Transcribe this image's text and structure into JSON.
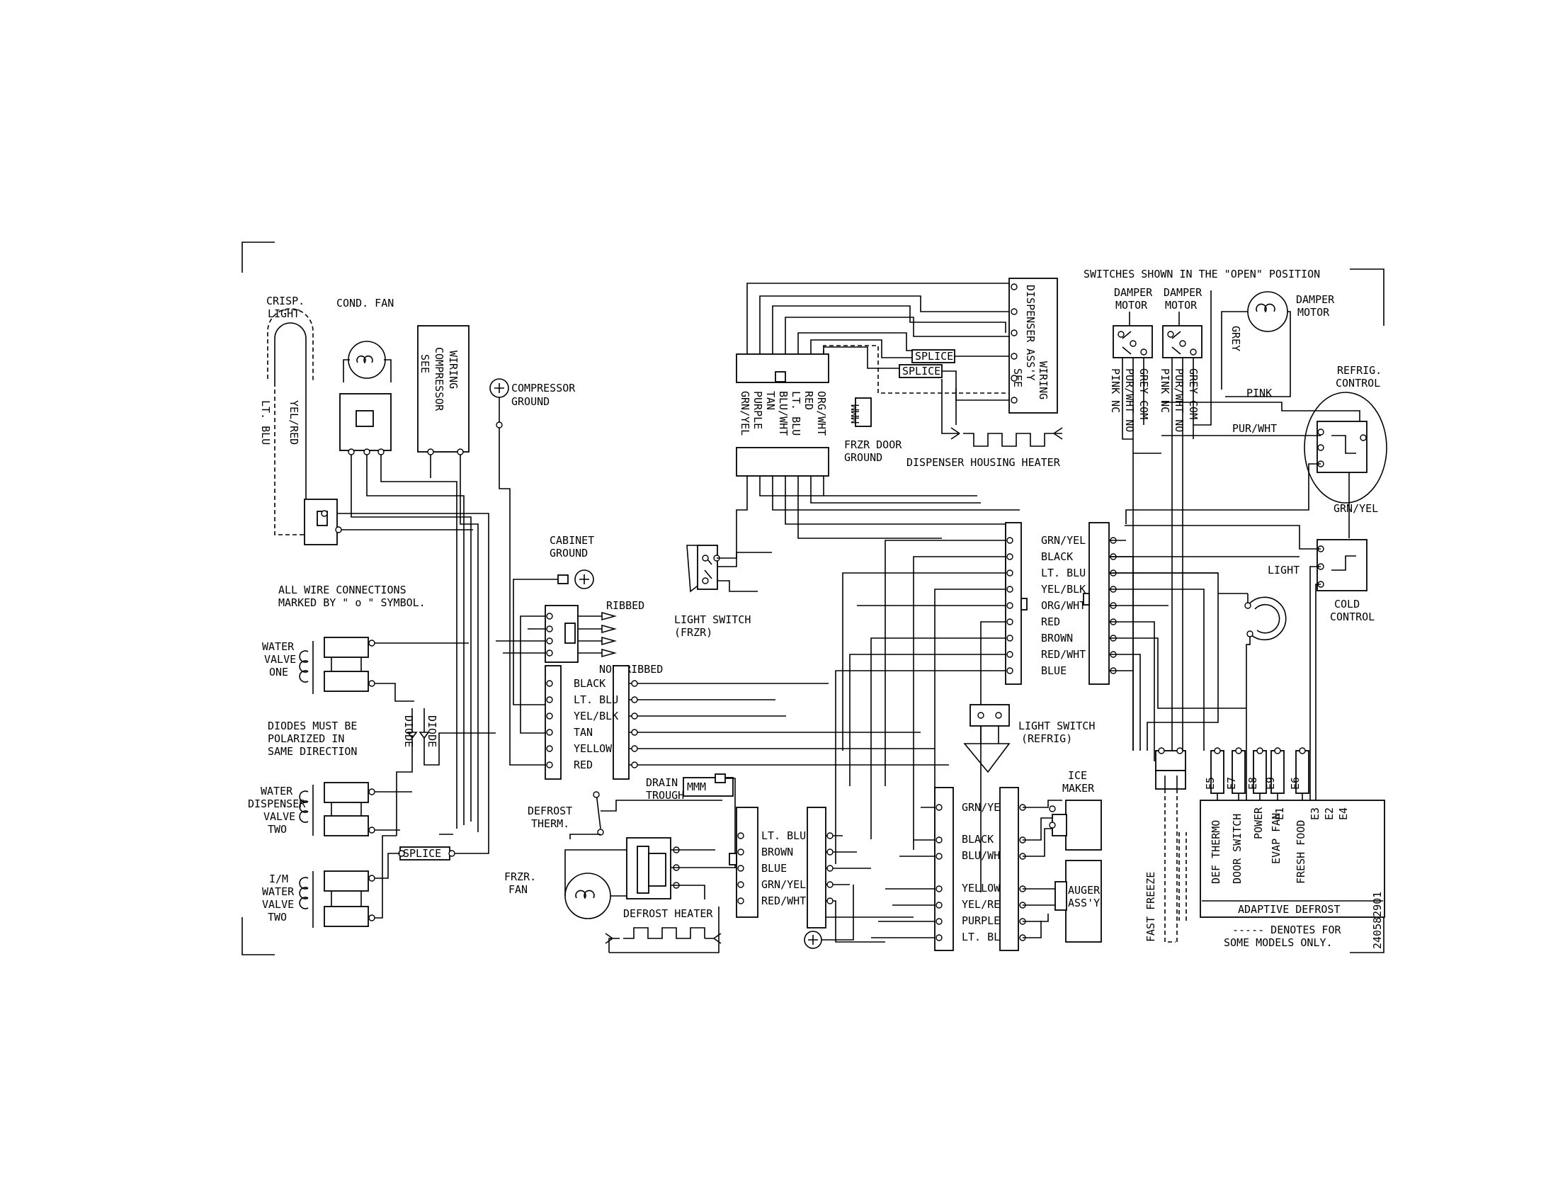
{
  "components": {
    "crisp_light": [
      "CRISP.",
      "LIGHT"
    ],
    "cond_fan": "COND. FAN",
    "compressor_wiring": [
      "SEE",
      "COMPRESSOR",
      "WIRING"
    ],
    "compressor_ground": [
      "COMPRESSOR",
      "GROUND"
    ],
    "cabinet_ground": [
      "CABINET",
      "GROUND"
    ],
    "ribbed": "RIBBED",
    "non_ribbed": "NON-RIBBED",
    "water_valve_one": [
      "WATER",
      "VALVE",
      "ONE"
    ],
    "diodes_note": [
      "DIODES MUST BE",
      "POLARIZED IN",
      "SAME DIRECTION"
    ],
    "diode": "DIODE",
    "water_dispenser_valve": [
      "WATER",
      "DISPENSER",
      "VALVE",
      "TWO"
    ],
    "im_water_valve": [
      "I/M",
      "WATER",
      "VALVE",
      "TWO"
    ],
    "splice": "SPLICE",
    "frzr_door_ground": [
      "FRZR DOOR",
      "GROUND"
    ],
    "dispenser_assy": [
      "SEE",
      "DISPENSER ASS'Y",
      "WIRING"
    ],
    "dispenser_housing_heater": "DISPENSER HOUSING HEATER",
    "light_switch_frzr": [
      "LIGHT SWITCH",
      "(FRZR)"
    ],
    "light_switch_refrig": [
      "LIGHT SWITCH",
      "(REFRIG)"
    ],
    "drain_trough": [
      "DRAIN",
      "TROUGH"
    ],
    "defrost_therm": [
      "DEFROST",
      "THERM."
    ],
    "frzr_fan": [
      "FRZR.",
      "FAN"
    ],
    "defrost_heater": "DEFROST HEATER",
    "ice_maker": [
      "ICE",
      "MAKER"
    ],
    "auger_assy": [
      "AUGER",
      "ASS'Y"
    ],
    "fast_freeze": "FAST FREEZE",
    "damper_motor": [
      "DAMPER",
      "MOTOR"
    ],
    "refrig_control": [
      "REFRIG.",
      "CONTROL"
    ],
    "light": "LIGHT",
    "cold_control": [
      "COLD",
      "CONTROL"
    ],
    "adaptive_defrost": "ADAPTIVE DEFROST"
  },
  "notes": {
    "all_wire_connections": [
      "ALL WIRE CONNECTIONS",
      "MARKED BY \" o \" SYMBOL."
    ],
    "switches_shown": "SWITCHES SHOWN IN THE \"OPEN\" POSITION",
    "denotes": [
      "----- DENOTES FOR",
      "SOME MODELS ONLY."
    ],
    "drawing_number": "240582901"
  },
  "wire_labels": {
    "crisp_light_wires": [
      "LT. BLU",
      "YEL/RED"
    ],
    "dispenser_harness": [
      "GRN/YEL",
      "PURPLE",
      "TAN",
      "BLU/WHT",
      "LT. BLU",
      "RED",
      "ORG/WHT"
    ],
    "center_connector": [
      "GRN/YEL",
      "BLACK",
      "LT. BLU",
      "YEL/BLK",
      "ORG/WHT",
      "RED",
      "BROWN",
      "RED/WHT",
      "BLUE"
    ],
    "left_connector": [
      "BLACK",
      "LT. BLU",
      "YEL/BLK",
      "TAN",
      "YELLOW",
      "RED"
    ],
    "fan_connector": [
      "LT. BLU",
      "BROWN",
      "BLUE",
      "GRN/YEL",
      "RED/WHT"
    ],
    "icemaker_connector": [
      "GRN/YEL",
      "BLACK",
      "BLU/WHT",
      "YELLOW",
      "YEL/RED",
      "PURPLE",
      "LT. BLU"
    ],
    "damper_switch": [
      "PINK NC",
      "PUR/WHT NO",
      "GREY COM"
    ],
    "grey": "GREY",
    "pink": "PINK",
    "pur_wht": "PUR/WHT",
    "grn_yel": "GRN/YEL"
  },
  "adaptive_defrost": {
    "terminals": [
      "E5",
      "E7",
      "E8",
      "E9",
      "E6"
    ],
    "functions": [
      "DEF THERMO",
      "DOOR SWITCH",
      "POWER",
      "EVAP FAN",
      "FRESH FOOD",
      "E1",
      "E3",
      "E2",
      "E4"
    ]
  }
}
